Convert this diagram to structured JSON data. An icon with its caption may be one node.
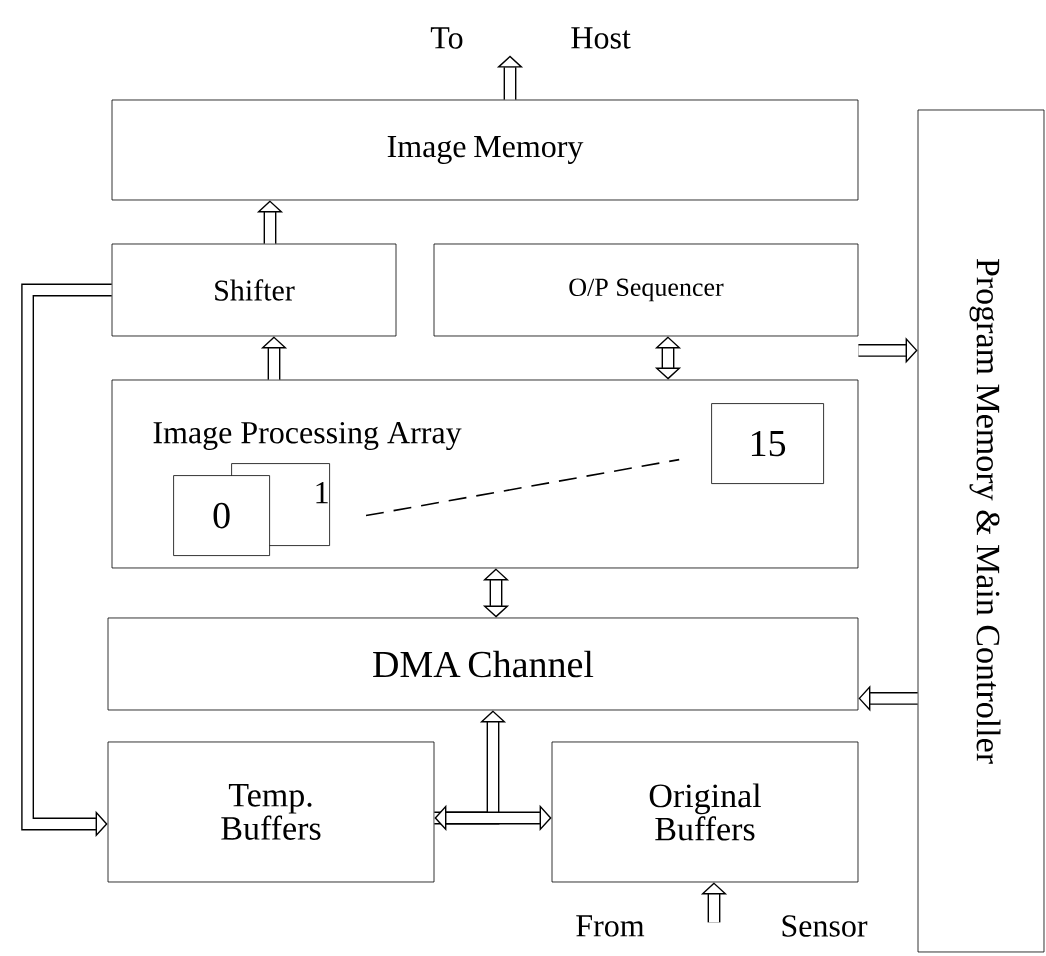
{
  "diagram": {
    "nodes": [
      {
        "text": [
          "Image Memory"
        ]
      },
      {
        "text": [
          "Shifter"
        ]
      },
      {
        "text": [
          "O/P Sequencer"
        ]
      },
      {
        "text": [
          "Image Processing Array"
        ]
      },
      {
        "text": [
          "0"
        ],
        "in": 3
      },
      {
        "text": [
          "1"
        ],
        "in": 3
      },
      {
        "text": [
          "15"
        ],
        "in": 3
      },
      {
        "text": [
          "DMA Channel"
        ]
      },
      {
        "text": [
          "Temp. Buffers"
        ]
      },
      {
        "text": [
          "Original Buffers"
        ]
      },
      {
        "text": [
          "Program Memory & Main Controller"
        ]
      }
    ],
    "edges": [
      {
        "from": 0,
        "to": null,
        "arrow": "to"
      },
      {
        "from": 1,
        "to": 0,
        "arrow": "to"
      },
      {
        "from": 3,
        "to": 1,
        "arrow": "to"
      },
      {
        "from": 2,
        "to": 3,
        "arrow": "both"
      },
      {
        "from": 2,
        "to": 10,
        "arrow": "to"
      },
      {
        "from": 3,
        "to": 7,
        "arrow": "both"
      },
      {
        "from": 10,
        "to": 7,
        "arrow": "to"
      },
      {
        "from": 1,
        "to": 8,
        "arrow": "to"
      },
      {
        "from": 8,
        "to": 9,
        "arrow": "both"
      },
      {
        "from": 8,
        "to": 7,
        "arrow": "to"
      },
      {
        "from": null,
        "to": 9,
        "arrow": "to"
      },
      {
        "from": 5,
        "to": 6,
        "arrow": "none",
        "style": "dashed"
      }
    ],
    "labels": [
      "To",
      "Host",
      "From",
      "Sensor"
    ]
  }
}
